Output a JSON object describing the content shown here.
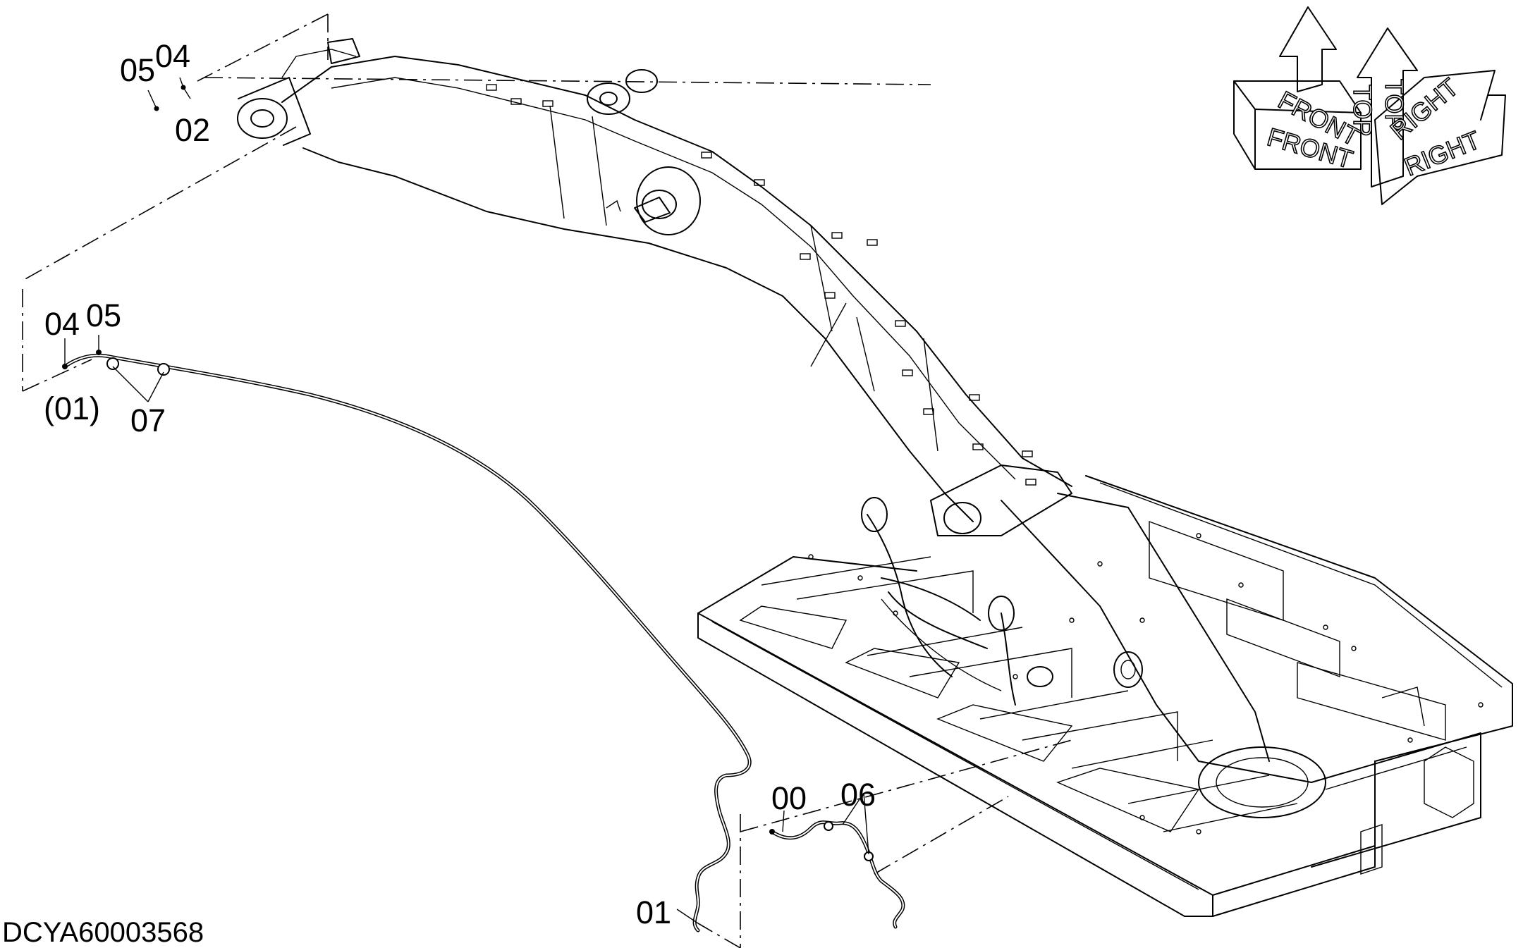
{
  "document": {
    "drawing_id": "DCYA60003568"
  },
  "callouts": {
    "c05_top": "05",
    "c04_top": "04",
    "c02": "02",
    "c04_left": "04",
    "c05_left": "05",
    "c01_paren": "(01)",
    "c07": "07",
    "c00": "00",
    "c06": "06",
    "c01": "01"
  },
  "orientation": {
    "top_label_1": "TOP",
    "top_label_2": "TOP",
    "front_label_1": "FRONT",
    "front_label_2": "FRONT",
    "right_label_1": "RIGHT",
    "right_label_2": "RIGHT"
  }
}
